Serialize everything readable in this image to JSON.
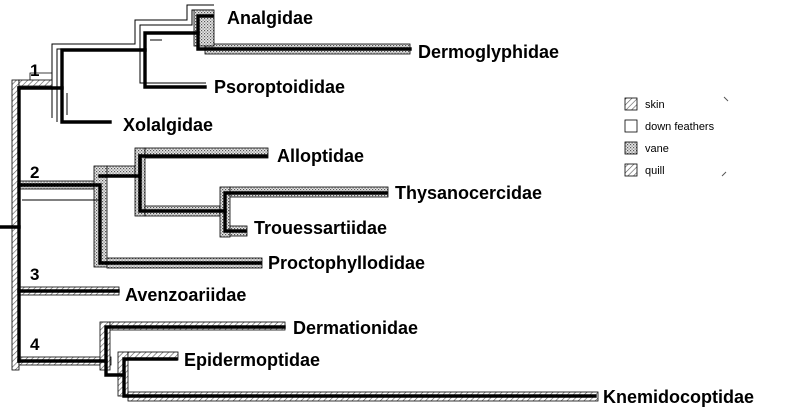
{
  "diagram": {
    "clade_labels": [
      "1",
      "2",
      "3",
      "4"
    ],
    "taxa": {
      "analgidae": "Analgidae",
      "dermoglyphidae": "Dermoglyphidae",
      "psoroptoididae": "Psoroptoididae",
      "xolalgidae": "Xolalgidae",
      "alloptidae": "Alloptidae",
      "thysanocercidae": "Thysanocercidae",
      "trouessartiidae": "Trouessartiidae",
      "proctophyllodidae": "Proctophyllodidae",
      "avenzoariidae": "Avenzoariidae",
      "dermationidae": "Dermationidae",
      "epidermoptidae": "Epidermoptidae",
      "knemidocoptidae": "Knemidocoptidae"
    }
  },
  "legend": {
    "items": [
      {
        "label": "skin",
        "pattern": "skin-hatch"
      },
      {
        "label": "down feathers",
        "pattern": "plain"
      },
      {
        "label": "vane",
        "pattern": "dots"
      },
      {
        "label": "quill",
        "pattern": "quill-hatch"
      }
    ]
  }
}
